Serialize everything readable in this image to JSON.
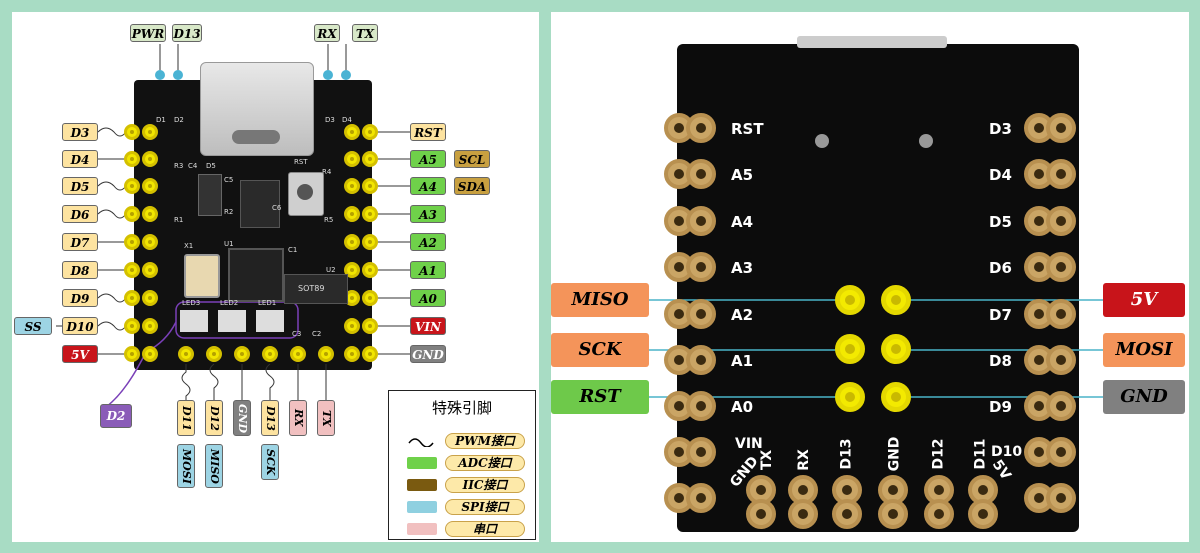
{
  "left": {
    "top_tags": [
      "PWR",
      "D13",
      "RX",
      "TX"
    ],
    "left_tags": [
      "D3",
      "D4",
      "D5",
      "D6",
      "D7",
      "D8",
      "D9",
      "D10",
      "5V"
    ],
    "ss_tag": "SS",
    "d2_tag": "D2",
    "right_tags": [
      "RST",
      "A5",
      "A4",
      "A3",
      "A2",
      "A1",
      "A0",
      "VIN",
      "GND"
    ],
    "iic_tags": [
      "SCL",
      "SDA"
    ],
    "bottom_tags": [
      "D11",
      "D12",
      "GND",
      "D13",
      "RX",
      "TX"
    ],
    "bottom_spi_tags": [
      "MOSI",
      "MISO",
      "SCK"
    ],
    "pcb_text": {
      "d1": "D1",
      "d2": "D2",
      "d3": "D3",
      "d4": "D4",
      "r3": "R3",
      "c4": "C4",
      "d5": "D5",
      "r1": "R1",
      "c5": "C5",
      "r2": "R2",
      "rst": "RST",
      "r4": "R4",
      "c6": "C6",
      "r5": "R5",
      "x1": "X1",
      "u1": "U1",
      "c1": "C1",
      "u2": "U2",
      "sot": "SOT89",
      "led3": "LED3",
      "led2": "LED2",
      "led1": "LED1",
      "c3": "C3",
      "c2": "C2"
    },
    "legend": {
      "title": "特殊引脚",
      "items": [
        {
          "label": "PWM接口",
          "color": "#000000",
          "kind": "wave"
        },
        {
          "label": "ADC接口",
          "color": "#6fd14a",
          "kind": "swatch"
        },
        {
          "label": "IIC接口",
          "color": "#7a5a10",
          "kind": "swatch"
        },
        {
          "label": "SPI接口",
          "color": "#8fd0e0",
          "kind": "swatch"
        },
        {
          "label": "串口",
          "color": "#f1c0c0",
          "kind": "swatch"
        }
      ]
    },
    "colors": {
      "pwr": "#d8e8c8",
      "orange_tag": "#fde3a0",
      "adc": "#6fd14a",
      "iic": "#c8a040",
      "spi": "#9dd4e4",
      "serial": "#f1c0c0",
      "power_red": "#c8141a",
      "gnd": "#808080",
      "d2": "#8a5cb8"
    }
  },
  "right": {
    "left_labels": [
      "RST",
      "A5",
      "A4",
      "A3",
      "A2",
      "A1",
      "A0"
    ],
    "right_labels": [
      "D3",
      "D4",
      "D5",
      "D6",
      "D7",
      "D8",
      "D9"
    ],
    "bottom_labels": [
      "VIN",
      "GND",
      "TX",
      "RX",
      "D13",
      "GND",
      "D12",
      "D11",
      "D10",
      "5V"
    ],
    "callouts_left": [
      {
        "label": "MISO",
        "color": "#f4945a"
      },
      {
        "label": "SCK",
        "color": "#f4945a"
      },
      {
        "label": "RST",
        "color": "#6ec94a"
      }
    ],
    "callouts_right": [
      {
        "label": "5V",
        "color": "#c8141a"
      },
      {
        "label": "MOSI",
        "color": "#f4945a"
      },
      {
        "label": "GND",
        "color": "#808080"
      }
    ]
  }
}
